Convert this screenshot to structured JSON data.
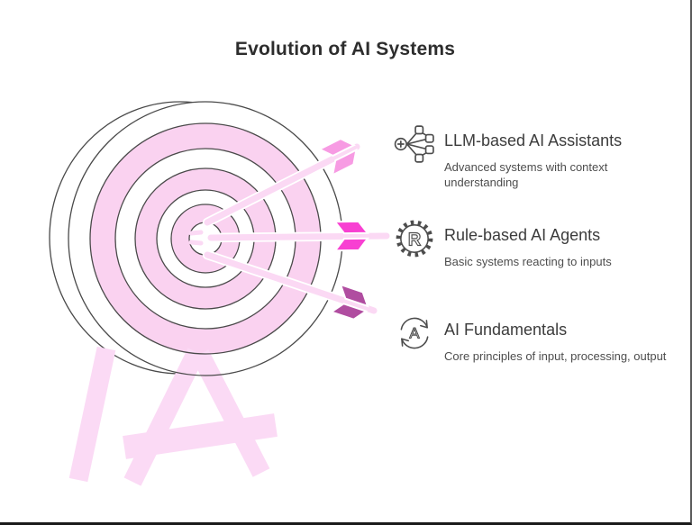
{
  "header": {
    "title": "Evolution of AI Systems"
  },
  "items": [
    {
      "title": "LLM-based AI Assistants",
      "description": "Advanced systems with context understanding",
      "icon": "network-branch-icon"
    },
    {
      "title": "Rule-based AI Agents",
      "description": "Basic systems reacting to inputs",
      "icon": "gear-r-icon",
      "icon_glyph": "R"
    },
    {
      "title": "AI Fundamentals",
      "description": "Core principles of input, processing, output",
      "icon": "cycle-a-icon",
      "icon_glyph": "A"
    }
  ],
  "illustration": {
    "name": "dartboard-with-three-arrows-on-easel",
    "colors": {
      "ring_pink": "#FAD2F0",
      "stand_pink": "#FBDAF5",
      "shaft_pink": "#FBD9F4",
      "fletch_top": "#F79BE3",
      "fletch_middle": "#F840D2",
      "fletch_bottom": "#B04DA0",
      "outline": "#4A4A4A"
    }
  },
  "colors": {
    "icon_stroke": "#4D4D4D",
    "title_text": "#2D2D2D",
    "border_right": "#5A5A5A",
    "border_bottom": "#1A1A1A"
  }
}
